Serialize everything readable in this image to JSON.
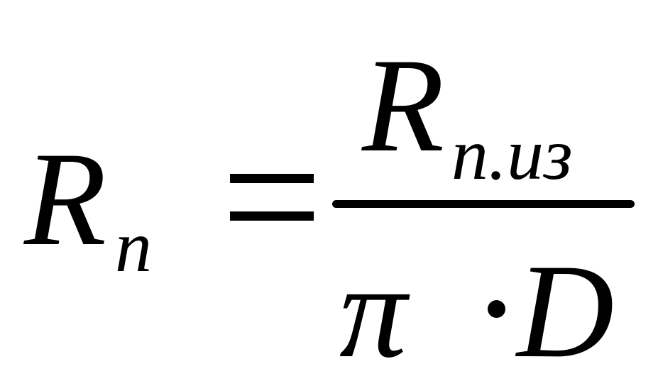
{
  "formula": {
    "lhs": {
      "symbol": "R",
      "subscript": "n"
    },
    "operator": "=",
    "rhs": {
      "numerator": {
        "symbol": "R",
        "subscript": "n.из"
      },
      "denominator": {
        "factor_1": "π",
        "operator": "·",
        "factor_2": "D"
      }
    }
  }
}
